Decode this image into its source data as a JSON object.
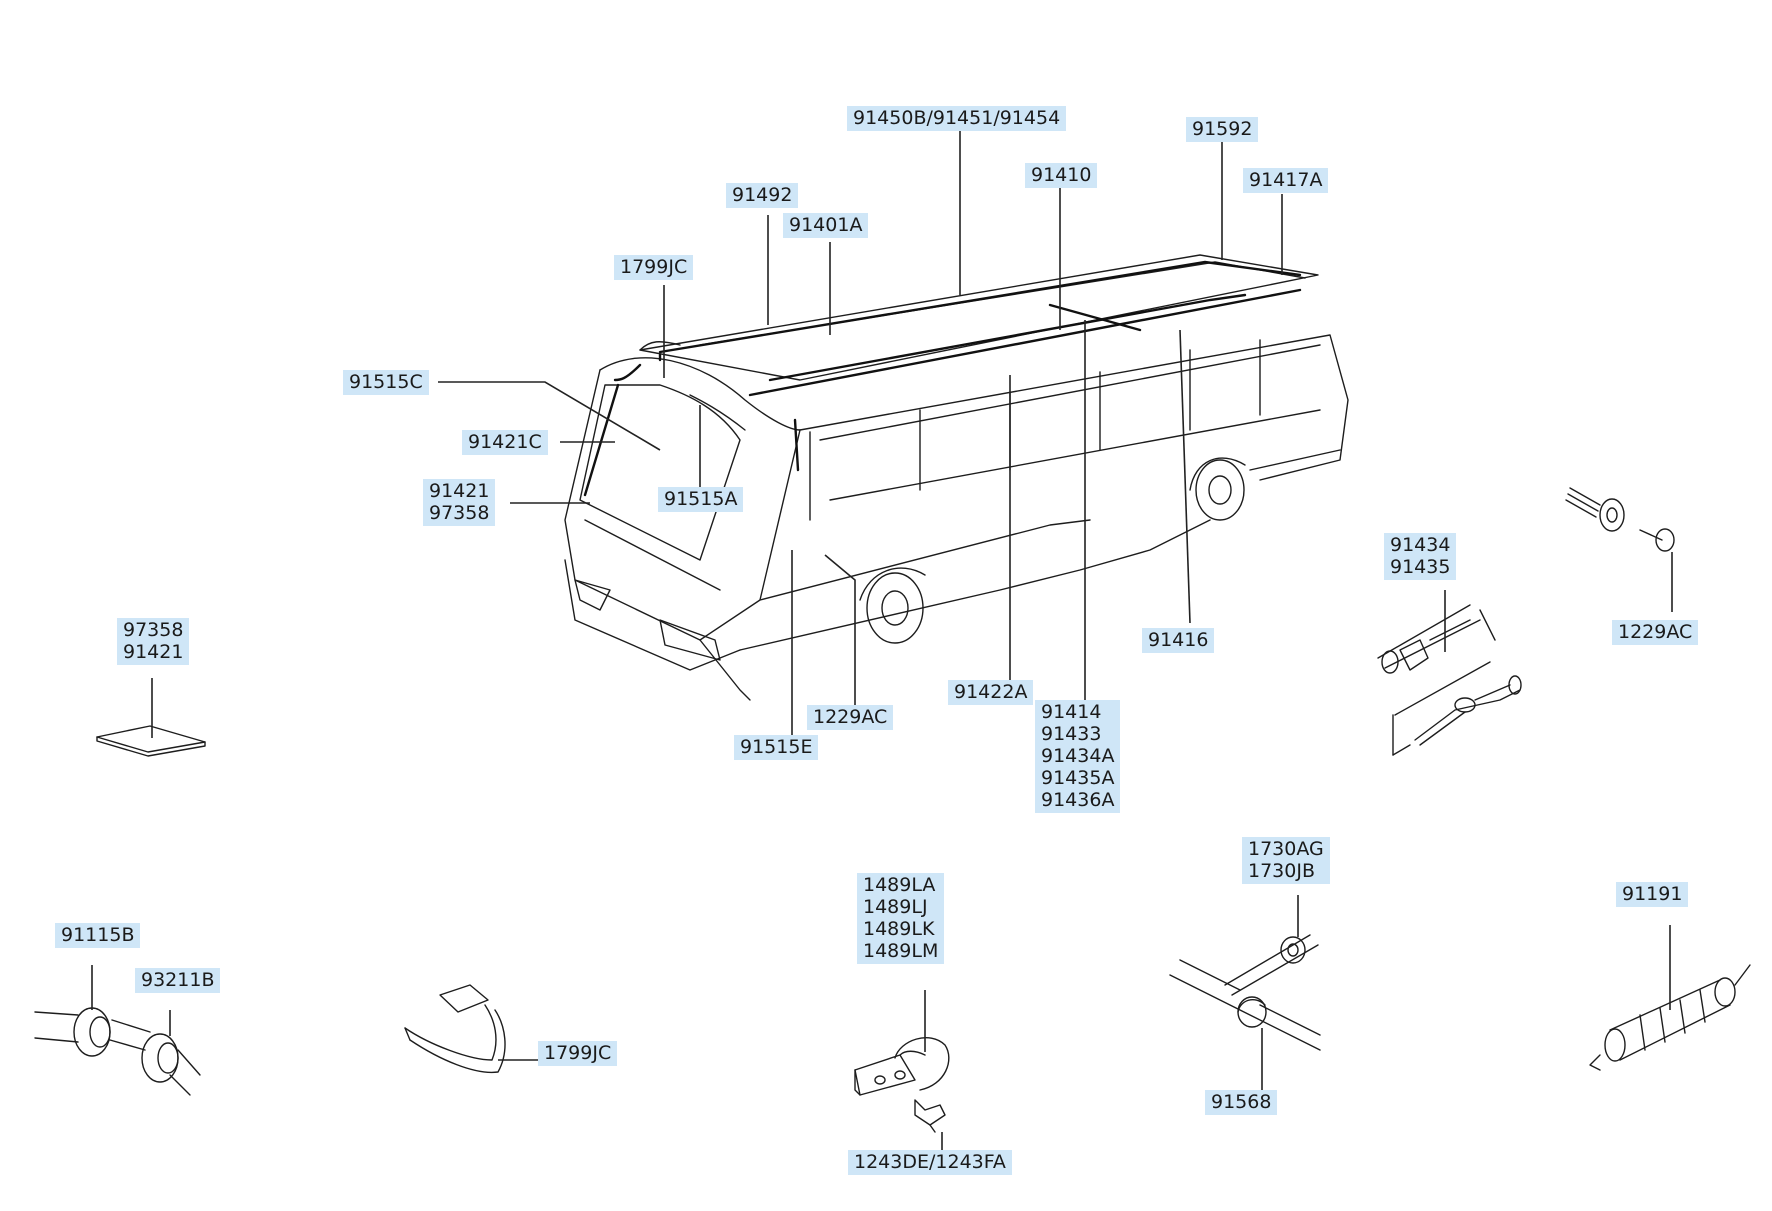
{
  "callouts": {
    "c_91450B": "91450B/91451/91454",
    "c_91592": "91592",
    "c_91410": "91410",
    "c_91417A": "91417A",
    "c_91492": "91492",
    "c_91401A": "91401A",
    "c_1799JC_top": "1799JC",
    "c_91515C": "91515C",
    "c_91421C": "91421C",
    "c_91421_97358": "91421\n97358",
    "c_91515A": "91515A",
    "c_97358_91421": "97358\n91421",
    "c_91416": "91416",
    "c_91422A": "91422A",
    "c_1229AC_mid": "1229AC",
    "c_91515E": "91515E",
    "c_91414_group": "91414\n91433\n91434A\n91435A\n91436A",
    "c_91434_91435": "91434\n91435",
    "c_1229AC_right": "1229AC",
    "c_1730AG_JB": "1730AG\n1730JB",
    "c_1489_group": "1489LA\n1489LJ\n1489LK\n1489LM",
    "c_91191": "91191",
    "c_91115B": "91115B",
    "c_93211B": "93211B",
    "c_1799JC_bottom": "1799JC",
    "c_1243DE": "1243DE/1243FA",
    "c_91568": "91568"
  },
  "colors": {
    "callout_bg": "#cfe6f7",
    "line": "#222222"
  }
}
